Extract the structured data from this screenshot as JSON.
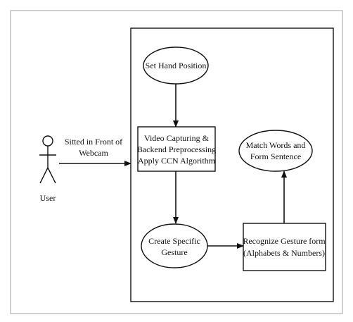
{
  "diagram": {
    "actor": {
      "label": "User"
    },
    "connector_label": [
      "Sitted in Front of",
      "Webcam"
    ],
    "nodes": {
      "set_hand_position": {
        "shape": "ellipse",
        "lines": [
          "Set Hand Position"
        ]
      },
      "video_capturing": {
        "shape": "rectangle",
        "lines": [
          "Video Capturing &",
          "Backend Preprocessing",
          "Apply CCN Algorithm"
        ]
      },
      "create_gesture": {
        "shape": "ellipse",
        "lines": [
          "Create Specific",
          "Gesture"
        ]
      },
      "recognize_gesture": {
        "shape": "rectangle",
        "lines": [
          "Recognize Gesture form",
          "(Alphabets & Numbers)"
        ]
      },
      "match_words": {
        "shape": "ellipse",
        "lines": [
          "Match Words and",
          "Form Sentence"
        ]
      }
    },
    "colors": {
      "stroke": "#111111",
      "border": "#b0b0b0",
      "background": "#ffffff"
    }
  }
}
